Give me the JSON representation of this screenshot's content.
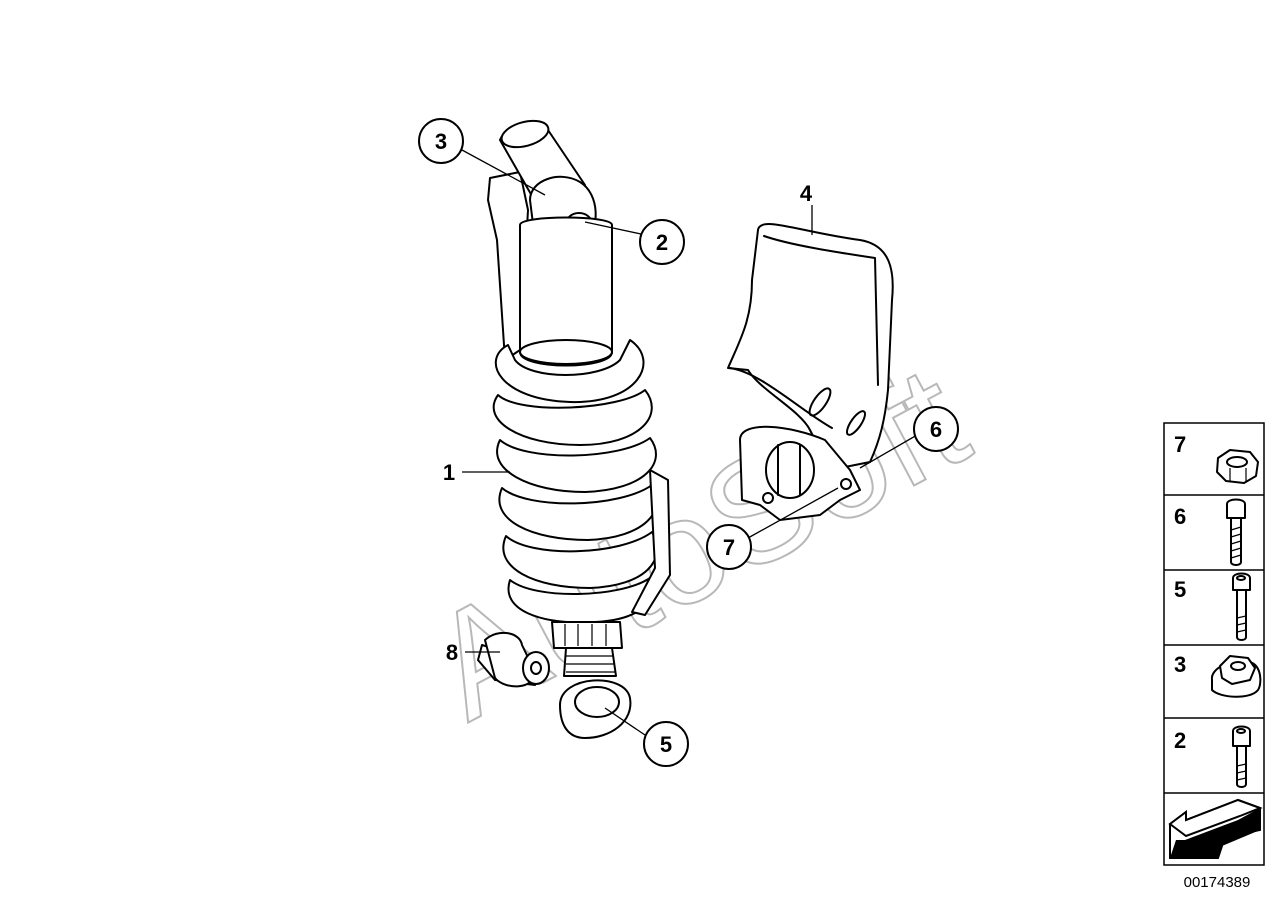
{
  "watermark": "AutoSoft",
  "callouts": [
    {
      "id": "c3-top",
      "label": "3"
    },
    {
      "id": "c2",
      "label": "2"
    },
    {
      "id": "c4",
      "label": "4"
    },
    {
      "id": "c1",
      "label": "1"
    },
    {
      "id": "c6",
      "label": "6"
    },
    {
      "id": "c7",
      "label": "7"
    },
    {
      "id": "c8",
      "label": "8"
    },
    {
      "id": "c5",
      "label": "5"
    }
  ],
  "side_panel": {
    "items": [
      {
        "label": "7",
        "icon": "nut-icon"
      },
      {
        "label": "6",
        "icon": "long-bolt-icon"
      },
      {
        "label": "5",
        "icon": "thin-bolt-icon"
      },
      {
        "label": "3",
        "icon": "flange-nut-icon"
      },
      {
        "label": "2",
        "icon": "short-bolt-icon"
      }
    ],
    "nav_icon": "arrow-icon"
  },
  "document_number": "00174389"
}
